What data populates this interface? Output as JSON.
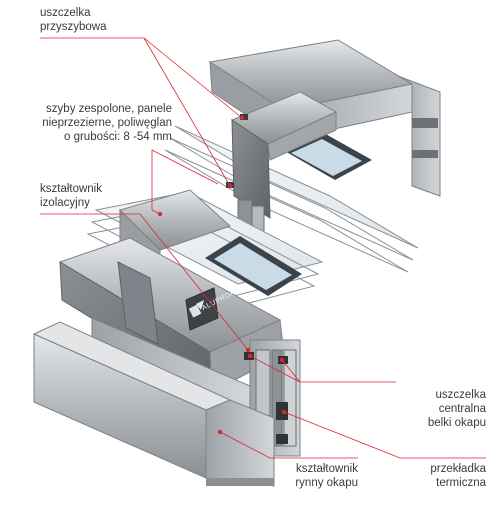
{
  "labels": {
    "seal_glazing": "uszczelka\nprzyszybowa",
    "glass_panels": "szyby zespolone, panele\nnieprzezierne, poliwęglan\no grubości: 8 -54 mm",
    "insulation_profile": "kształtownik\nizolacyjny",
    "central_seal": "uszczelka\ncentralna\nbelki okapu",
    "gutter_profile": "kształtownik\nrynny okapu",
    "thermal_break": "przekładka\ntermiczna"
  },
  "logo_text": "ALUPROF",
  "colors": {
    "aluminium": "#a9adb2",
    "aluminium_dark": "#6e7277",
    "aluminium_light": "#d9dcdf",
    "glass": "#e9eef1",
    "leader_line": "#d9282f"
  }
}
